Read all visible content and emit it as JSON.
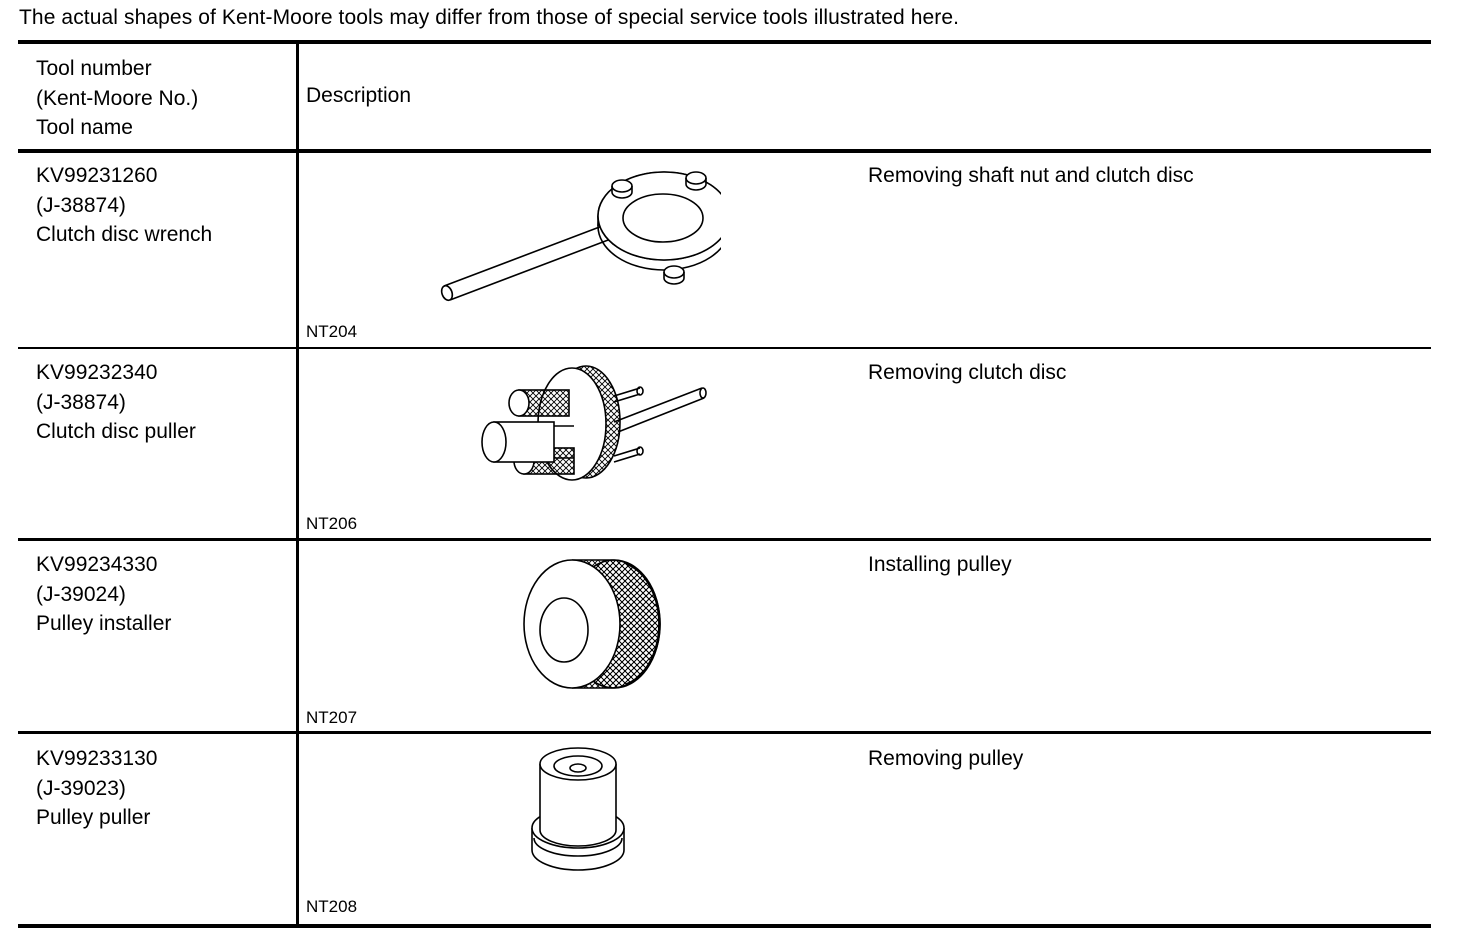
{
  "note": "The actual shapes of Kent-Moore tools may differ from those of special service tools illustrated here.",
  "header": {
    "tool_col": [
      "Tool number",
      "(Kent-Moore No.)",
      "Tool name"
    ],
    "desc_col": "Description"
  },
  "rows": [
    {
      "tool_number": "KV99231260",
      "kent_moore": "(J-38874)",
      "tool_name": "Clutch disc wrench",
      "figure_code": "NT204",
      "figure_icon": "clutch-disc-wrench-illustration",
      "description": "Removing shaft nut and clutch disc"
    },
    {
      "tool_number": "KV99232340",
      "kent_moore": "(J-38874)",
      "tool_name": "Clutch disc puller",
      "figure_code": "NT206",
      "figure_icon": "clutch-disc-puller-illustration",
      "description": "Removing clutch disc"
    },
    {
      "tool_number": "KV99234330",
      "kent_moore": "(J-39024)",
      "tool_name": "Pulley installer",
      "figure_code": "NT207",
      "figure_icon": "pulley-installer-illustration",
      "description": "Installing pulley"
    },
    {
      "tool_number": "KV99233130",
      "kent_moore": "(J-39023)",
      "tool_name": "Pulley puller",
      "figure_code": "NT208",
      "figure_icon": "pulley-puller-illustration",
      "description": "Removing pulley"
    }
  ]
}
